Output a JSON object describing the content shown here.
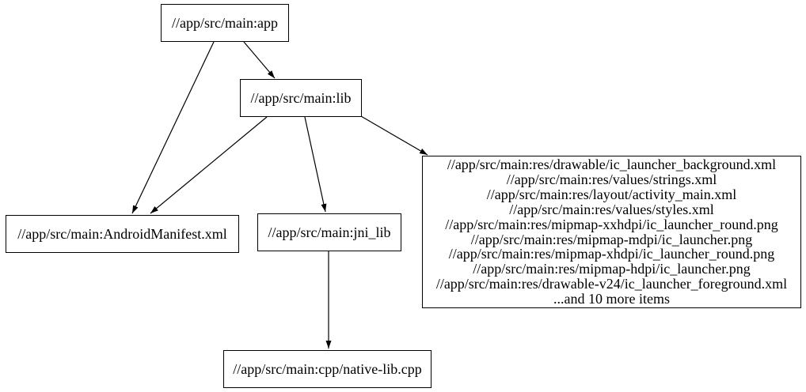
{
  "diagram": {
    "type": "directed-dependency-graph",
    "background_color": "#ffffff",
    "node_fill_color": "#ffffff",
    "node_border_color": "#000000",
    "edge_color": "#000000",
    "text_color": "#000000",
    "nodes": {
      "app": {
        "label": "//app/src/main:app"
      },
      "lib": {
        "label": "//app/src/main:lib"
      },
      "android_manifest": {
        "label": "//app/src/main:AndroidManifest.xml"
      },
      "jni_lib": {
        "label": "//app/src/main:jni_lib"
      },
      "res_group": {
        "lines": [
          "//app/src/main:res/drawable/ic_launcher_background.xml",
          "//app/src/main:res/values/strings.xml",
          "//app/src/main:res/layout/activity_main.xml",
          "//app/src/main:res/values/styles.xml",
          "//app/src/main:res/mipmap-xxhdpi/ic_launcher_round.png",
          "//app/src/main:res/mipmap-mdpi/ic_launcher.png",
          "//app/src/main:res/mipmap-xhdpi/ic_launcher_round.png",
          "//app/src/main:res/mipmap-hdpi/ic_launcher.png",
          "//app/src/main:res/drawable-v24/ic_launcher_foreground.xml",
          "...and 10 more items"
        ]
      },
      "native_lib_cpp": {
        "label": "//app/src/main:cpp/native-lib.cpp"
      }
    },
    "edges": [
      {
        "from": "app",
        "to": "lib"
      },
      {
        "from": "app",
        "to": "android_manifest"
      },
      {
        "from": "lib",
        "to": "android_manifest"
      },
      {
        "from": "lib",
        "to": "jni_lib"
      },
      {
        "from": "lib",
        "to": "res_group"
      },
      {
        "from": "jni_lib",
        "to": "native_lib_cpp"
      }
    ]
  }
}
